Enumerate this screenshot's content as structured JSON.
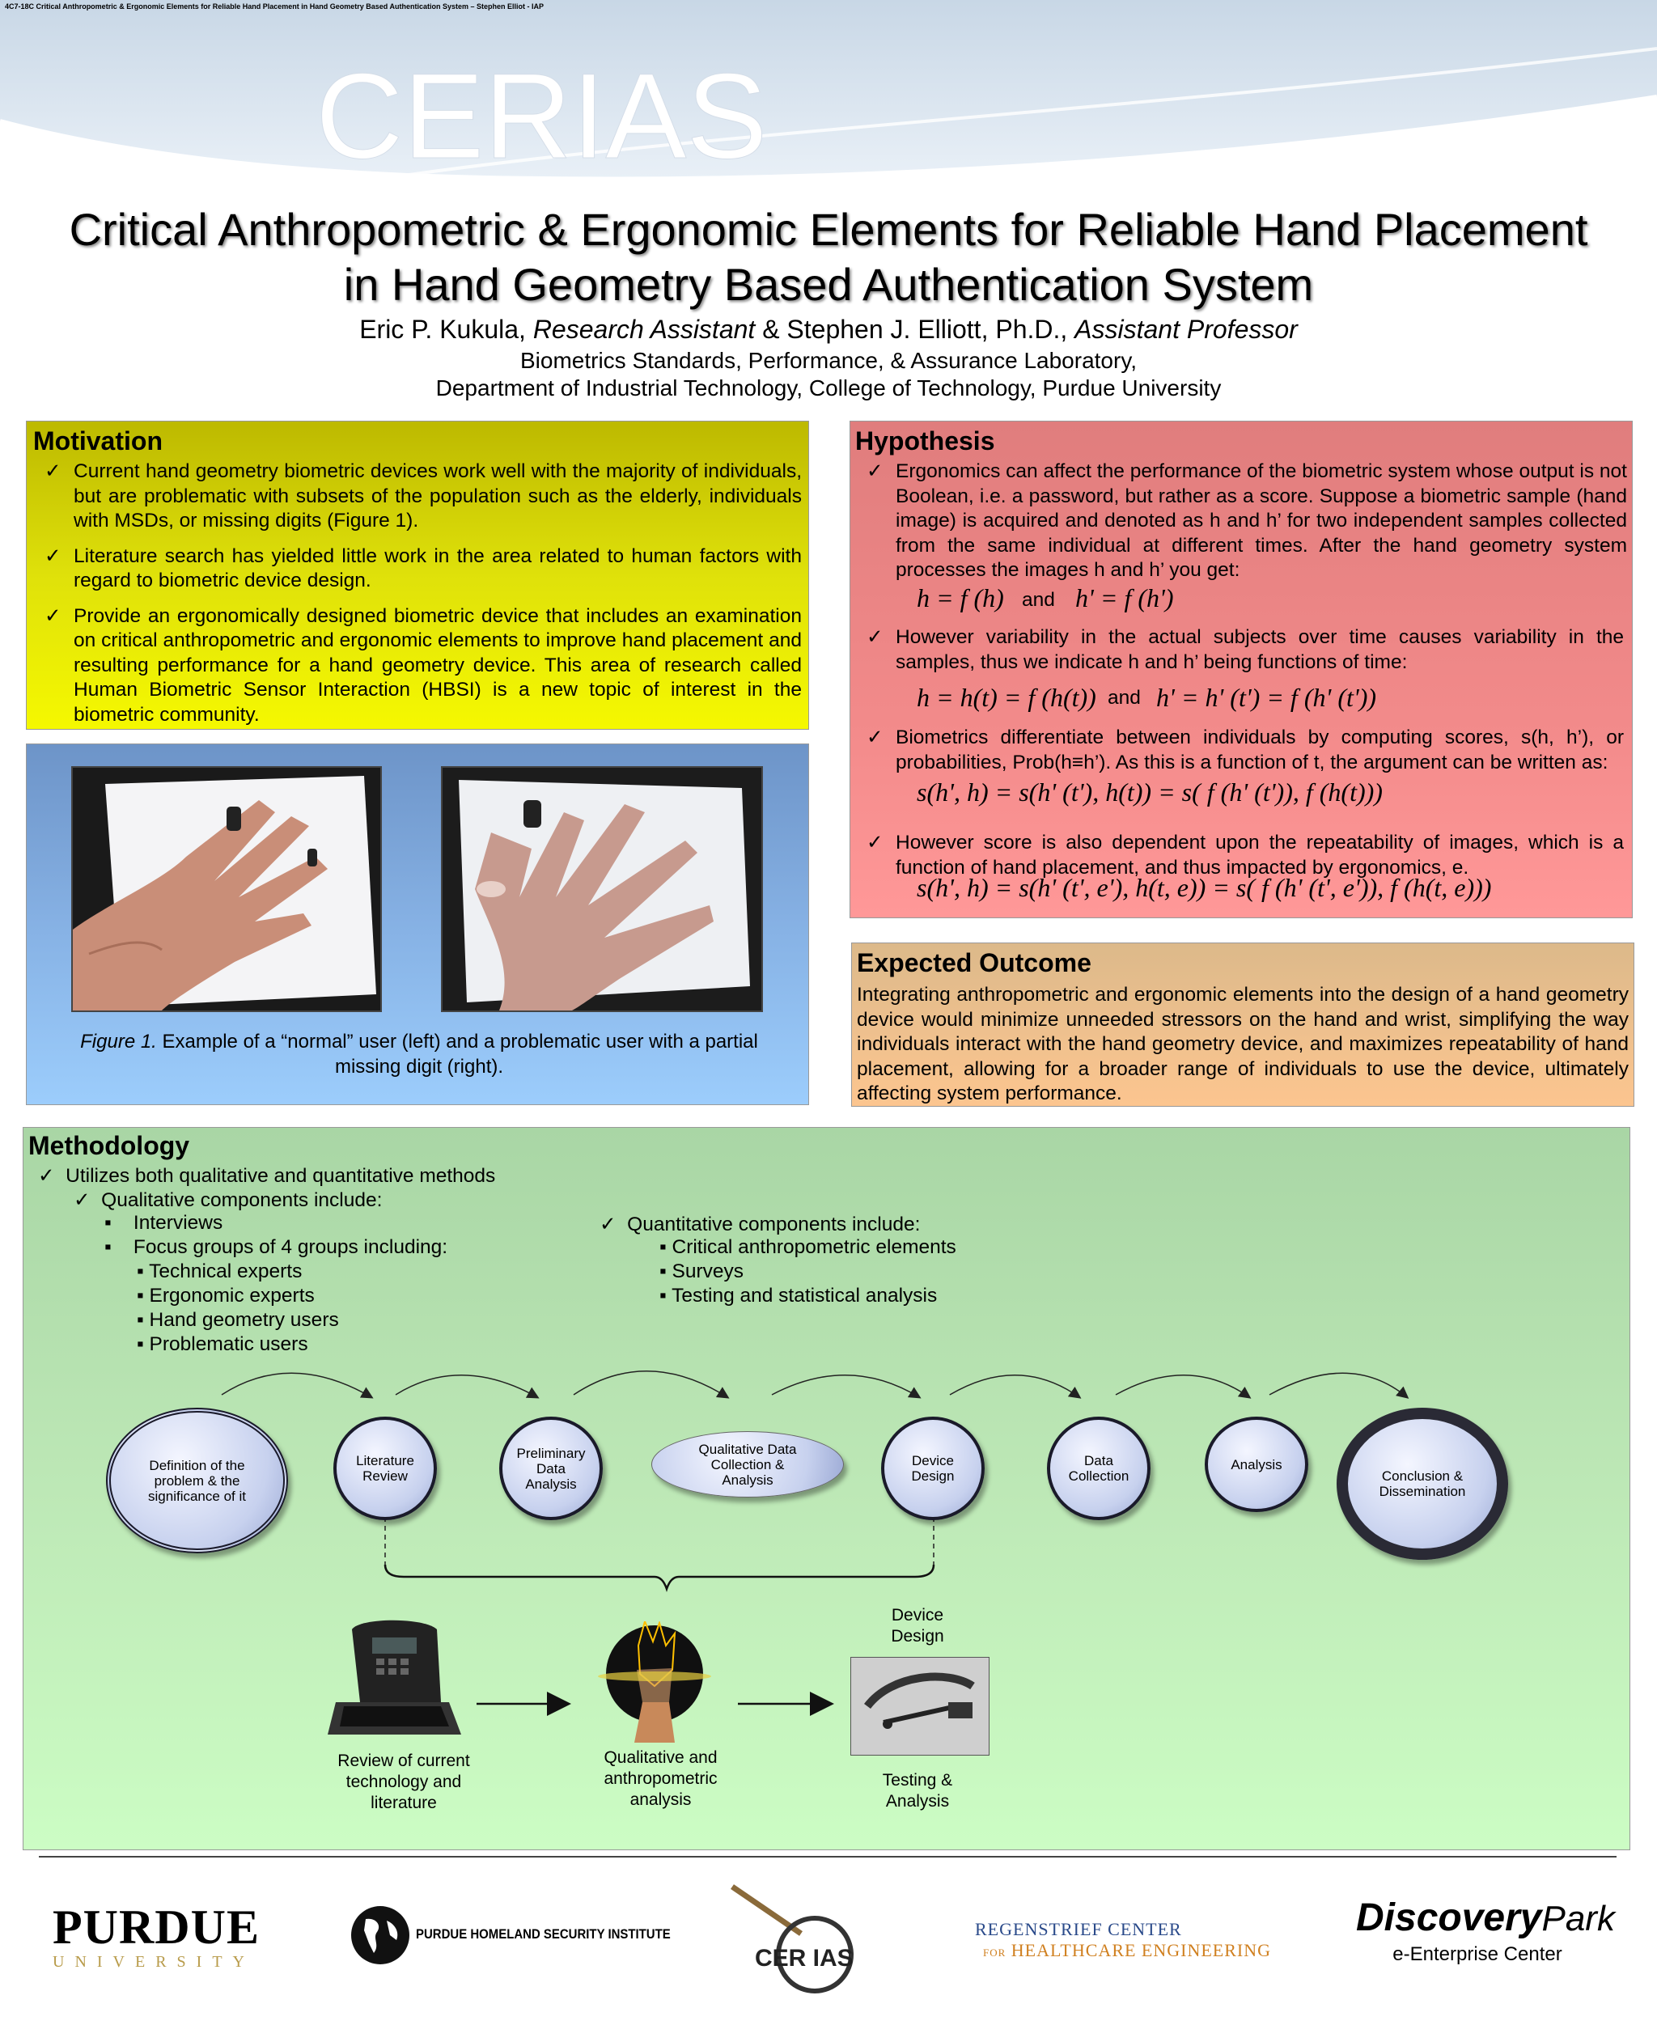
{
  "header": {
    "top_tag": "4C7-18C Critical Anthropometric & Ergonomic Elements for Reliable Hand Placement in Hand Geometry Based Authentication System – Stephen Elliot - IAP",
    "banner_text": "CERIAS",
    "title_line1": "Critical Anthropometric & Ergonomic Elements for Reliable Hand Placement",
    "title_line2": "in Hand Geometry Based Authentication System",
    "author1": "Eric P. Kukula, ",
    "author1_role": "Research Assistant",
    "author_join": " & Stephen J. Elliott, Ph.D., ",
    "author2_role": "Assistant Professor",
    "affiliation1": "Biometrics Standards, Performance, & Assurance Laboratory,",
    "affiliation2": "Department of Industrial Technology, College of Technology, Purdue University"
  },
  "check": "✓",
  "motivation": {
    "heading": "Motivation",
    "items": [
      "Current hand geometry biometric devices work well with the majority of individuals, but are problematic with subsets of the population such as the elderly, individuals with MSDs, or missing digits (Figure 1).",
      "Literature search has yielded little work in the area related to human factors with regard to biometric device design.",
      "Provide an ergonomically designed biometric device that includes an examination on critical anthropometric and ergonomic elements to improve hand placement and resulting performance for a hand geometry device. This area of research called Human Biometric Sensor Interaction (HBSI) is a new topic of interest in the biometric community."
    ]
  },
  "figure": {
    "label": "Figure 1.",
    "caption": " Example of a “normal” user (left) and a problematic user with a partial missing digit (right)."
  },
  "hypothesis": {
    "heading": "Hypothesis",
    "items": [
      "Ergonomics can affect the performance of the biometric system whose output is not Boolean, i.e. a password, but rather as a score. Suppose a biometric sample (hand image) is acquired and denoted as h and h’ for two independent samples collected from the same individual at different times. After the hand geometry system processes the images h and h’ you get:",
      "However variability in the actual subjects over time causes variability in the samples, thus we indicate h and h’ being functions of time:",
      "Biometrics differentiate between individuals by computing scores, s(h, h’), or probabilities, Prob(h≡h’). As this is a function of t, the argument can be written as:",
      "However score is also dependent upon the repeatability of images, which is a function of hand placement, and thus impacted by ergonomics, e."
    ],
    "eq1a": "h = f (h)",
    "eq_and": "and",
    "eq1b": "h' = f (h')",
    "eq2a": "h = h(t) = f (h(t))",
    "eq2b": "h' = h' (t') = f (h' (t'))",
    "eq3": "s(h', h) = s(h' (t'), h(t)) = s( f (h' (t')), f (h(t)))",
    "eq4": "s(h', h) = s(h' (t', e'), h(t, e)) = s( f (h' (t', e')), f (h(t, e)))"
  },
  "outcome": {
    "heading": "Expected Outcome",
    "text": "Integrating anthropometric and ergonomic elements into the design of a hand geometry device would minimize unneeded stressors on the hand and wrist, simplifying the way individuals interact with the hand geometry device, and maximizes repeatability of hand placement, allowing for a broader range of individuals to use the device, ultimately affecting system performance."
  },
  "methodology": {
    "heading": "Methodology",
    "line1": "Utilizes both qualitative and quantitative methods",
    "qual_heading": "Qualitative components include:",
    "qual_items": [
      "Interviews",
      "Focus groups of 4 groups including:"
    ],
    "focus_groups": [
      "Technical experts",
      "Ergonomic experts",
      "Hand geometry users",
      "Problematic users"
    ],
    "quant_heading": "Quantitative components include:",
    "quant_items": [
      "Critical anthropometric elements",
      "Surveys",
      "Testing and statistical analysis"
    ],
    "bullet": "▪",
    "flow": [
      "Definition of the problem & the significance of it",
      "Literature Review",
      "Preliminary Data Analysis",
      "Qualitative Data Collection & Analysis",
      "Device Design",
      "Data Collection",
      "Analysis",
      "Conclusion & Dissemination"
    ],
    "captions": {
      "review": "Review of current technology and literature",
      "qualitative": "Qualitative and anthropometric analysis",
      "device_design": "Device Design",
      "testing": "Testing & Analysis"
    }
  },
  "footer": {
    "purdue": "PURDUE",
    "purdue_sub": "UNIVERSITY",
    "phsi": "PURDUE HOMELAND SECURITY INSTITUTE",
    "cerias_logo": "CER IAS",
    "regenstrief1": "REGENSTRIEF CENTER",
    "regenstrief2": "HEALTHCARE ENGINEERING",
    "regenstrief_for": "FOR",
    "discovery": "Discovery",
    "park": "Park",
    "eenterprise": "e-Enterprise Center"
  }
}
